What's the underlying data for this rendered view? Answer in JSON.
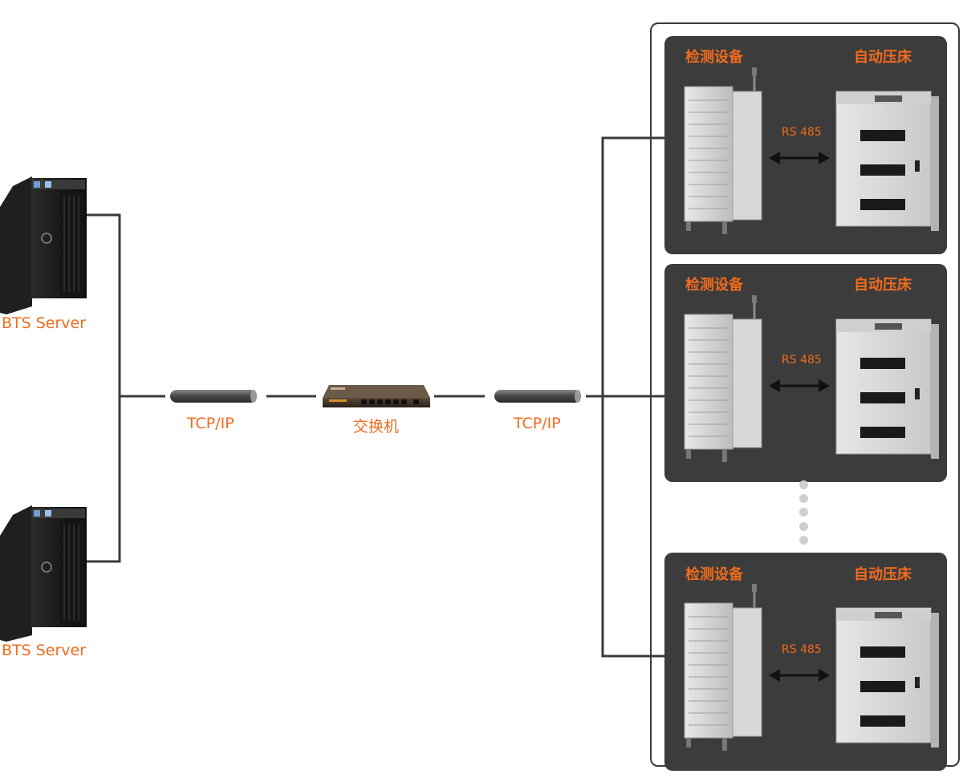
{
  "servers": [
    {
      "label": "BTS Server"
    },
    {
      "label": "BTS Server"
    }
  ],
  "links": {
    "left_label": "TCP/IP",
    "right_label": "TCP/IP"
  },
  "switch": {
    "label": "交换机"
  },
  "stations": [
    {
      "tester_label": "检测设备",
      "press_label": "自动压床",
      "protocol_label": "RS 485"
    },
    {
      "tester_label": "检测设备",
      "press_label": "自动压床",
      "protocol_label": "RS 485"
    },
    {
      "tester_label": "检测设备",
      "press_label": "自动压床",
      "protocol_label": "RS 485"
    }
  ],
  "colors": {
    "label_orange": "#f26b1d",
    "line_dark": "#3a3a3a",
    "panel_bg": "#3c3c3c",
    "ellipsis_dot": "#cfcfcf"
  },
  "icons": [
    "server-tower-icon",
    "cable-icon",
    "network-switch-icon",
    "test-cabinet-icon",
    "press-machine-icon",
    "bidirectional-arrow-icon"
  ]
}
